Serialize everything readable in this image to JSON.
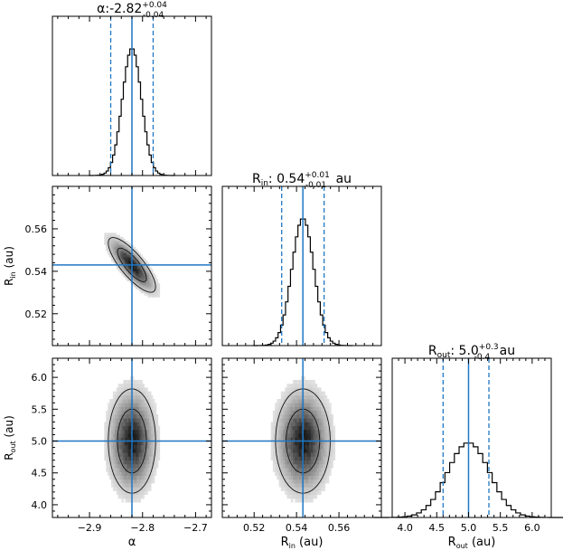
{
  "chart_data": {
    "type": "corner",
    "line_color": "#1f77c4",
    "parameters": [
      {
        "id": "alpha",
        "axis_label": "α",
        "title": {
          "name": "α",
          "sep": ":",
          "value": "-2.82",
          "plus": "+0.04",
          "minus": "-0.04",
          "unit": ""
        },
        "range": [
          -2.97,
          -2.67
        ],
        "ticks": [
          -2.9,
          -2.8,
          -2.7
        ],
        "tick_labels": [
          "−2.9",
          "−2.8",
          "−2.7"
        ],
        "median": -2.82,
        "lower": -2.86,
        "upper": -2.78,
        "sigma": 0.018
      },
      {
        "id": "rin",
        "axis_label": "R_in (au)",
        "title": {
          "name": "R_in",
          "sep": ":",
          "value": "0.54",
          "plus": "+0.01",
          "minus": "-0.01",
          "unit": "au"
        },
        "range": [
          0.505,
          0.58
        ],
        "ticks": [
          0.52,
          0.54,
          0.56
        ],
        "tick_labels": [
          "0.52",
          "0.54",
          "0.56"
        ],
        "median": 0.543,
        "lower": 0.533,
        "upper": 0.553,
        "sigma": 0.0052
      },
      {
        "id": "rout",
        "axis_label": "R_out (au)",
        "title": {
          "name": "R_out",
          "sep": ":",
          "value": "5.0",
          "plus": "+0.3",
          "minus": "-0.4",
          "unit": "au"
        },
        "range": [
          3.8,
          6.3
        ],
        "ticks": [
          4.0,
          4.5,
          5.0,
          5.5,
          6.0
        ],
        "tick_labels": [
          "4.0",
          "4.5",
          "5.0",
          "5.5",
          "6.0"
        ],
        "median": 5.0,
        "lower": 4.6,
        "upper": 5.32,
        "sigma": 0.33
      }
    ],
    "correlations": [
      {
        "x": "alpha",
        "y": "rin",
        "rho": -0.8
      },
      {
        "x": "alpha",
        "y": "rout",
        "rho": 0.0
      },
      {
        "x": "rin",
        "y": "rout",
        "rho": 0.0
      }
    ],
    "histogram_bins": 40
  }
}
